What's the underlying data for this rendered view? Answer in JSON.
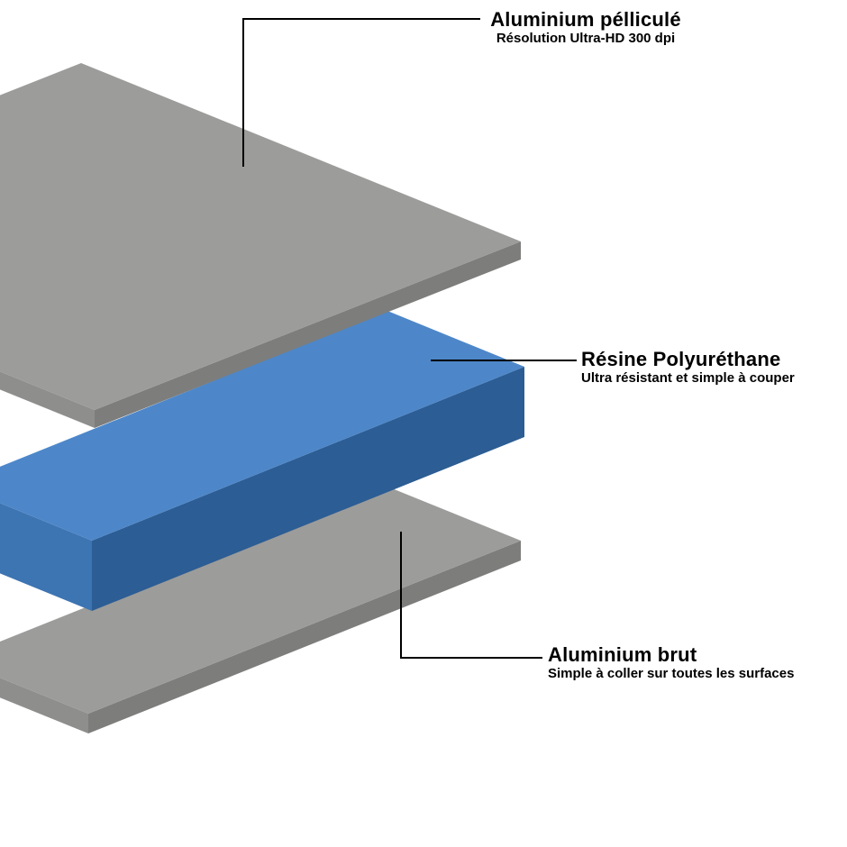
{
  "diagram": {
    "title": "Composite panel exploded layers",
    "line_color": "#000000",
    "background": "#ffffff",
    "layers": [
      {
        "id": "top-aluminium",
        "title": "Aluminium pélliculé",
        "subtitle": "Résolution Ultra-HD 300 dpi",
        "colors": {
          "top": "#9c9c9b",
          "left": "#8e8e8d",
          "right": "#7d7d7c"
        }
      },
      {
        "id": "resin",
        "title": "Résine Polyuréthane",
        "subtitle": "Ultra résistant et simple à couper",
        "colors": {
          "top": "#4d87c9",
          "left": "#3d74b2",
          "right": "#2c5d94"
        }
      },
      {
        "id": "bottom-aluminium",
        "title": "Aluminium brut",
        "subtitle": "Simple à coller sur toutes les surfaces",
        "colors": {
          "top": "#9c9c9b",
          "left": "#8e8e8d",
          "right": "#7d7d7c"
        }
      }
    ]
  }
}
